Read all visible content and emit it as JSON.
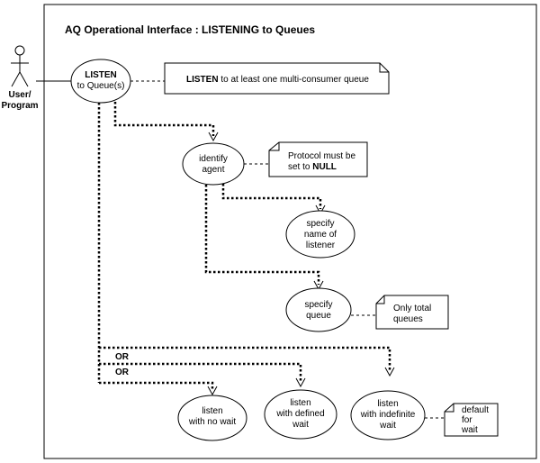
{
  "title": "AQ Operational Interface : LISTENING to Queues",
  "actor": {
    "line1": "User/",
    "line2": "Program"
  },
  "nodes": {
    "listen": {
      "line1": "LISTEN",
      "line2": "to Queue(s)"
    },
    "identify_agent": {
      "line1": "identify",
      "line2": "agent"
    },
    "specify_name": {
      "line1": "specify",
      "line2": "name of",
      "line3": "listener"
    },
    "specify_queue": {
      "line1": "specify",
      "line2": "queue"
    },
    "no_wait": {
      "line1": "listen",
      "line2": "with no wait"
    },
    "defined_wait": {
      "line1": "listen",
      "line2": "with defined",
      "line3": "wait"
    },
    "indefinite_wait": {
      "line1": "listen",
      "line2": "with indefinite",
      "line3": "wait"
    }
  },
  "notes": {
    "listen": {
      "bold": "LISTEN",
      "rest": " to at least one multi-consumer queue"
    },
    "protocol": {
      "line1": "Protocol must be",
      "line2_prefix": "set to ",
      "line2_bold": "NULL"
    },
    "total": {
      "line1": "Only total",
      "line2": "queues"
    },
    "default": {
      "line1": "default",
      "line2": "for",
      "line3": "wait"
    }
  },
  "or_labels": {
    "first": "OR",
    "second": "OR"
  }
}
